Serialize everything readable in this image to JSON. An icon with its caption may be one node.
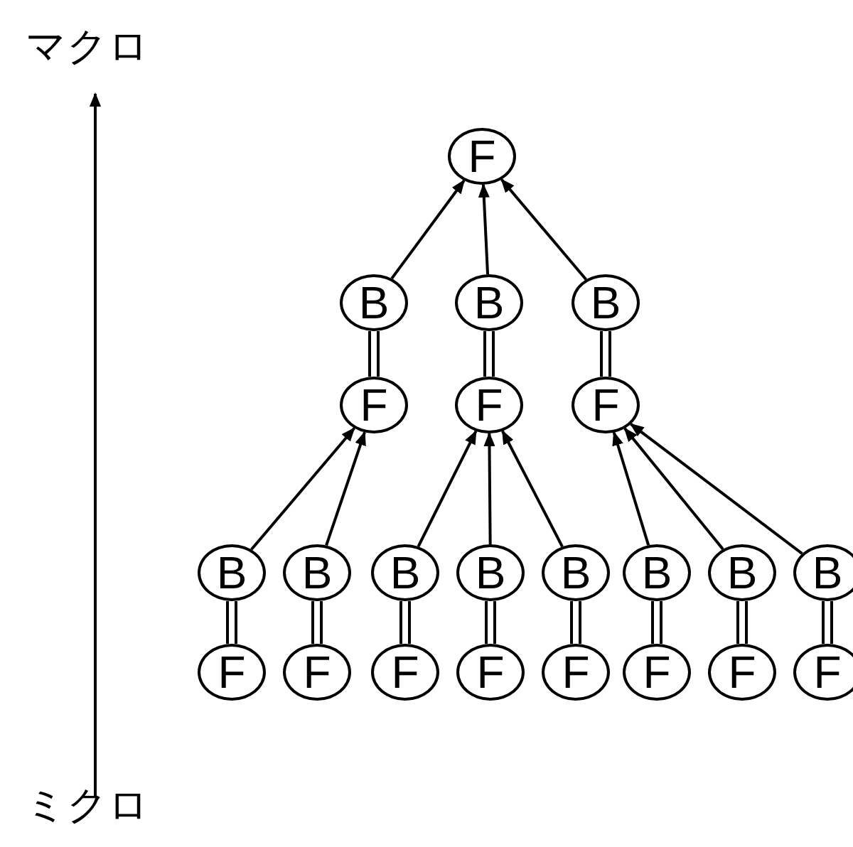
{
  "diagram": {
    "nodes": [
      {
        "text": [
          "F"
        ]
      },
      {
        "text": [
          "B"
        ]
      },
      {
        "text": [
          "B"
        ]
      },
      {
        "text": [
          "B"
        ]
      },
      {
        "text": [
          "F"
        ]
      },
      {
        "text": [
          "F"
        ]
      },
      {
        "text": [
          "F"
        ]
      },
      {
        "text": [
          "B"
        ]
      },
      {
        "text": [
          "B"
        ]
      },
      {
        "text": [
          "B"
        ]
      },
      {
        "text": [
          "B"
        ]
      },
      {
        "text": [
          "B"
        ]
      },
      {
        "text": [
          "B"
        ]
      },
      {
        "text": [
          "B"
        ]
      },
      {
        "text": [
          "B"
        ]
      },
      {
        "text": [
          "F"
        ]
      },
      {
        "text": [
          "F"
        ]
      },
      {
        "text": [
          "F"
        ]
      },
      {
        "text": [
          "F"
        ]
      },
      {
        "text": [
          "F"
        ]
      },
      {
        "text": [
          "F"
        ]
      },
      {
        "text": [
          "F"
        ]
      },
      {
        "text": [
          "F"
        ]
      }
    ],
    "edges": [
      {
        "from": 1,
        "to": 0,
        "arrow": "to"
      },
      {
        "from": 2,
        "to": 0,
        "arrow": "to"
      },
      {
        "from": 3,
        "to": 0,
        "arrow": "to"
      },
      {
        "from": 1,
        "to": 4,
        "arrow": "none"
      },
      {
        "from": 2,
        "to": 5,
        "arrow": "none"
      },
      {
        "from": 3,
        "to": 6,
        "arrow": "none"
      },
      {
        "from": 7,
        "to": 4,
        "arrow": "to"
      },
      {
        "from": 8,
        "to": 4,
        "arrow": "to"
      },
      {
        "from": 9,
        "to": 5,
        "arrow": "to"
      },
      {
        "from": 10,
        "to": 5,
        "arrow": "to"
      },
      {
        "from": 11,
        "to": 5,
        "arrow": "to"
      },
      {
        "from": 12,
        "to": 6,
        "arrow": "to"
      },
      {
        "from": 13,
        "to": 6,
        "arrow": "to"
      },
      {
        "from": 14,
        "to": 6,
        "arrow": "to"
      },
      {
        "from": 7,
        "to": 15,
        "arrow": "none"
      },
      {
        "from": 8,
        "to": 16,
        "arrow": "none"
      },
      {
        "from": 9,
        "to": 17,
        "arrow": "none"
      },
      {
        "from": 10,
        "to": 18,
        "arrow": "none"
      },
      {
        "from": 11,
        "to": 19,
        "arrow": "none"
      },
      {
        "from": 12,
        "to": 20,
        "arrow": "none"
      },
      {
        "from": 13,
        "to": 21,
        "arrow": "none"
      },
      {
        "from": 14,
        "to": 22,
        "arrow": "none"
      }
    ],
    "labels": [
      "マクロ",
      "ミクロ"
    ]
  }
}
